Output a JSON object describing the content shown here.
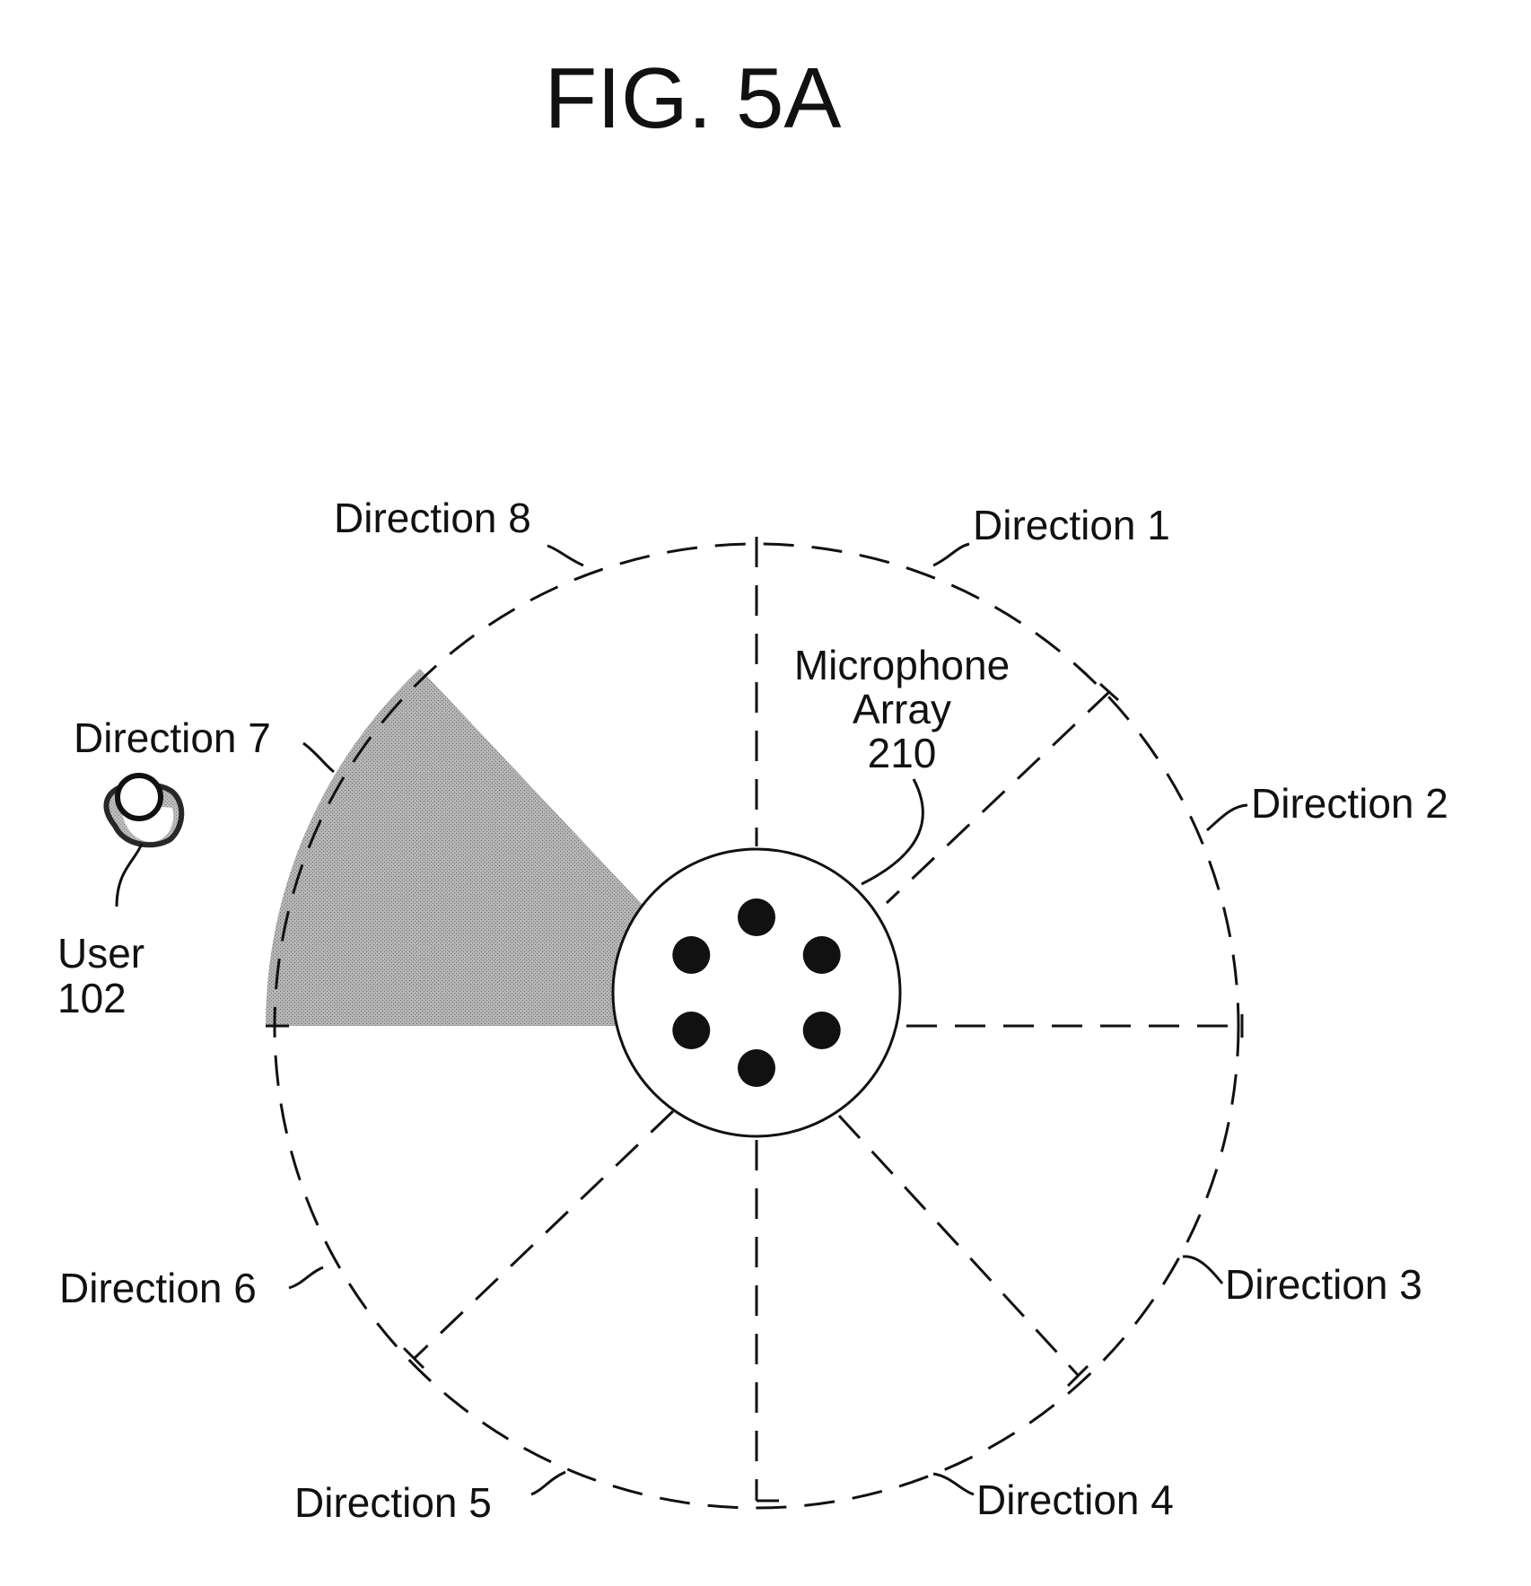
{
  "figure": {
    "title": "FIG. 5A"
  },
  "array": {
    "label_line1": "Microphone",
    "label_line2": "Array",
    "label_ref": "210",
    "microphone_count": 6
  },
  "user": {
    "label_line1": "User",
    "label_line2": "102"
  },
  "directions": [
    {
      "label": "Direction 1"
    },
    {
      "label": "Direction 2"
    },
    {
      "label": "Direction 3"
    },
    {
      "label": "Direction 4"
    },
    {
      "label": "Direction 5"
    },
    {
      "label": "Direction 6"
    },
    {
      "label": "Direction 7"
    },
    {
      "label": "Direction 8"
    }
  ],
  "highlighted_direction": "Direction 7",
  "colors": {
    "ink": "#111111",
    "highlight_fill": "#a9a9a9",
    "background": "#ffffff"
  }
}
